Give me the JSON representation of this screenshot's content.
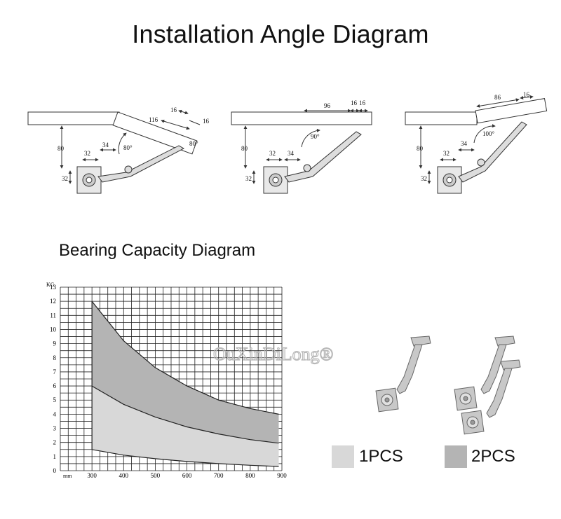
{
  "header": {
    "title": "Installation Angle Diagram"
  },
  "installation": {
    "diagram1": {
      "lid_width": "116",
      "hinge_width_a": "16",
      "hinge_width_b": "16",
      "height": "80",
      "offset_x": "32",
      "offset_gap": "34",
      "offset_y": "32",
      "angle": "80°",
      "angle_alt": "80°"
    },
    "diagram2": {
      "lid_width": "96",
      "hinge_width_a": "16",
      "hinge_width_b": "16",
      "height": "80",
      "offset_x": "32",
      "offset_gap": "34",
      "offset_y": "32",
      "angle": "90°"
    },
    "diagram3": {
      "lid_width": "86",
      "hinge_width": "16",
      "height": "80",
      "offset_x": "32",
      "offset_gap": "34",
      "offset_y": "32",
      "angle": "100°"
    }
  },
  "capacity": {
    "title": "Bearing Capacity Diagram",
    "watermark": "OuXinDiLong®",
    "legend": [
      {
        "label": "1PCS",
        "color": "#d8d8d8"
      },
      {
        "label": "2PCS",
        "color": "#b4b4b4"
      }
    ]
  },
  "chart_data": {
    "type": "area",
    "title": "",
    "xlabel": "mm",
    "ylabel": "KG",
    "xlim": [
      200,
      900
    ],
    "ylim": [
      0,
      13
    ],
    "x_ticks": [
      300,
      400,
      500,
      600,
      700,
      800,
      900
    ],
    "y_ticks": [
      0,
      1,
      2,
      3,
      4,
      5,
      6,
      7,
      8,
      9,
      10,
      11,
      12,
      13
    ],
    "grid": true,
    "series": [
      {
        "name": "1PCS",
        "x": [
          300,
          400,
          500,
          600,
          700,
          800,
          890
        ],
        "lower": [
          1.5,
          1.1,
          0.85,
          0.65,
          0.5,
          0.38,
          0.3
        ],
        "upper": [
          6.0,
          4.7,
          3.8,
          3.1,
          2.6,
          2.2,
          1.95
        ]
      },
      {
        "name": "2PCS",
        "x": [
          300,
          400,
          500,
          600,
          700,
          800,
          890
        ],
        "lower": [
          6.0,
          4.7,
          3.8,
          3.1,
          2.6,
          2.2,
          1.95
        ],
        "upper": [
          12.0,
          9.2,
          7.3,
          6.0,
          5.0,
          4.4,
          4.0
        ]
      }
    ],
    "colors": {
      "1PCS": "#d8d8d8",
      "2PCS": "#b4b4b4"
    }
  }
}
